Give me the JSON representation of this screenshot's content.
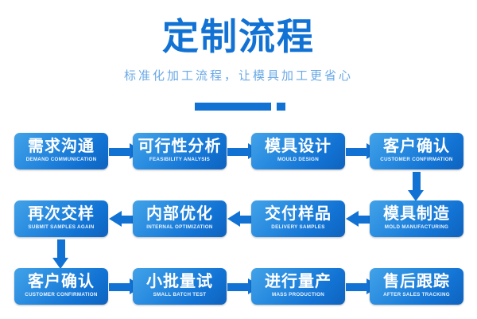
{
  "header": {
    "title": "定制流程",
    "subtitle": "标准化加工流程，让模具加工更省心",
    "accent_color": "#1272d4",
    "subtitle_color": "#6aa9e6"
  },
  "flow": {
    "rows": [
      {
        "direction": "right",
        "nodes": [
          {
            "cn": "需求沟通",
            "en": "DEMAND COMMUNICATION"
          },
          {
            "cn": "可行性分析",
            "en": "FEASIBILITY ANALYSIS"
          },
          {
            "cn": "模具设计",
            "en": "MOULD DESIGN"
          },
          {
            "cn": "客户确认",
            "en": "CUSTOMER CONFIRMATION"
          }
        ]
      },
      {
        "direction": "left",
        "nodes": [
          {
            "cn": "再次交样",
            "en": "SUBMIT SAMPLES AGAIN"
          },
          {
            "cn": "内部优化",
            "en": "INTERNAL OPTIMIZATION"
          },
          {
            "cn": "交付样品",
            "en": "DELIVERY SAMPLES"
          },
          {
            "cn": "模具制造",
            "en": "MOLD MANUFACTURING"
          }
        ]
      },
      {
        "direction": "right",
        "nodes": [
          {
            "cn": "客户确认",
            "en": "CUSTOMER CONFIRMATION"
          },
          {
            "cn": "小批量试",
            "en": "SMALL BATCH TEST"
          },
          {
            "cn": "进行量产",
            "en": "MASS PRODUCTION"
          },
          {
            "cn": "售后跟踪",
            "en": "AFTER SALES TRACKING"
          }
        ]
      }
    ],
    "connectors": {
      "row1_to_row2": "down-arrow-right-side",
      "row2_to_row3": "down-arrow-left-side"
    },
    "node_color": "#1272d4"
  }
}
